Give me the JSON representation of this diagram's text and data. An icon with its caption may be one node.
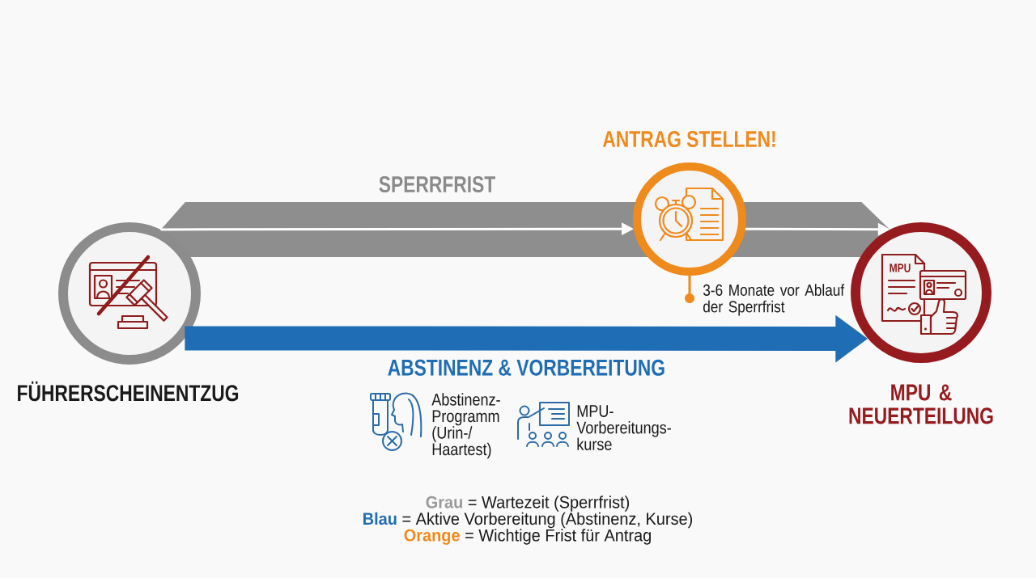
{
  "diagram": {
    "nodes": [
      {
        "text": [
          "FÜHRERSCHEINENTZUG"
        ]
      },
      {
        "text": [
          "ANTRAG STELLEN!"
        ]
      },
      {
        "text": [],
        "shape": "circle",
        "beside": [
          "3-6 Monate vor Ablauf der Sperrfrist"
        ]
      },
      {
        "text": [
          "MPU & NEUERTEILUNG"
        ]
      }
    ],
    "edges": [
      {
        "from": 0,
        "to": 1,
        "arrow": "to"
      },
      {
        "from": 1,
        "to": 3,
        "arrow": "to"
      },
      {
        "from": 1,
        "to": 2,
        "arrow": "none",
        "color": "#ef8a1c"
      },
      {
        "from": 0,
        "to": 3,
        "arrow": "to",
        "label": "ABSTINENZ & VORBEREITUNG",
        "style": "thick",
        "color": "#1f6db4"
      }
    ],
    "labels": [
      "SPERRFRIST",
      "MPU",
      "Abstinenz- Programm (Urin-/ Haartest)",
      "MPU- Vorbereitungs- kurse"
    ],
    "legend": [
      {
        "text": "**Grau** = Wartezeit (Sperrfrist)",
        "color": "#9a9a9a"
      },
      {
        "text": "**Blau** = Aktive Vorbereitung (Abstinenz, Kurse)",
        "color": "#1f6db4"
      },
      {
        "text": "**Orange** = Wichtige Frist für Antrag",
        "color": "#ef8a1c"
      }
    ]
  }
}
